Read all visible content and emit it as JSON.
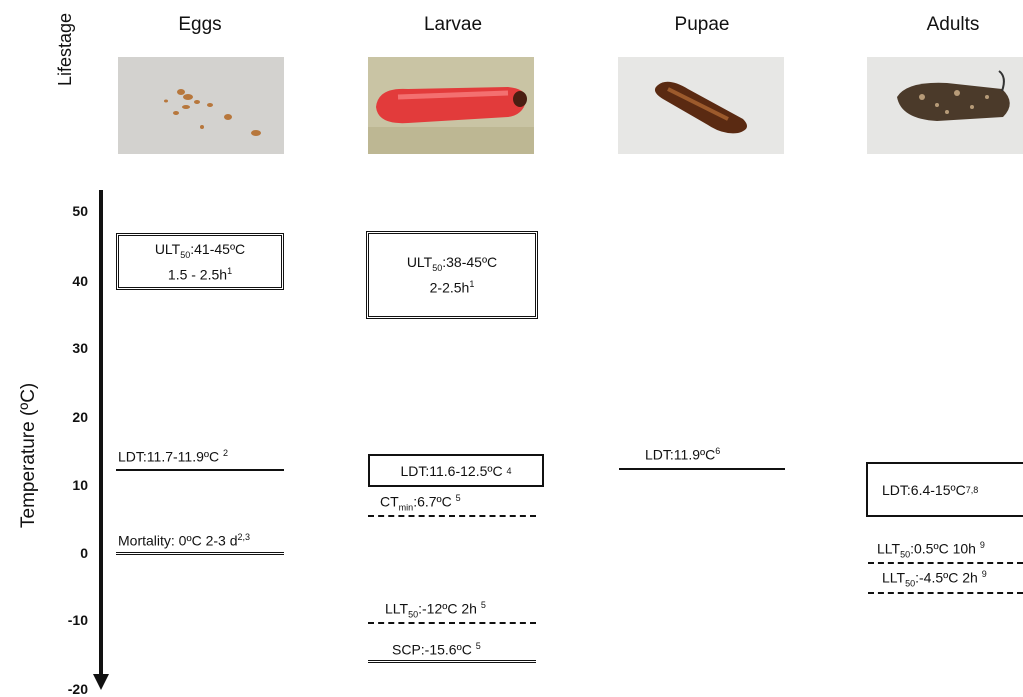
{
  "header": {
    "lifestage_label": "Lifestage",
    "stages": [
      "Eggs",
      "Larvae",
      "Pupae",
      "Adults"
    ]
  },
  "axis": {
    "label": "Temperature (ºC)",
    "ticks": [
      "50",
      "40",
      "30",
      "20",
      "10",
      "0",
      "-10",
      "-20"
    ]
  },
  "eggs": {
    "ult_prefix": "ULT",
    "ult_sub": "50",
    "ult_value": ":41-45ºC",
    "ult_line2": "1.5 - 2.5h",
    "ult_ref": "1",
    "ldt": "LDT:11.7-11.9ºC",
    "ldt_ref": "2",
    "mortality": "Mortality: 0ºC 2-3 d",
    "mortality_ref": "2,3"
  },
  "larvae": {
    "ult_prefix": "ULT",
    "ult_sub": "50",
    "ult_value": ":38-45ºC",
    "ult_line2": "2-2.5h",
    "ult_ref": "1",
    "ldt": "LDT:11.6-12.5ºC",
    "ldt_ref": "4",
    "ctmin_prefix": "CT",
    "ctmin_sub": "min",
    "ctmin_value": ":6.7ºC",
    "ctmin_ref": "5",
    "llt_prefix": "LLT",
    "llt_sub": "50",
    "llt_value": ":-12ºC 2h",
    "llt_ref": "5",
    "scp": "SCP:-15.6ºC",
    "scp_ref": "5"
  },
  "pupae": {
    "ldt": "LDT:11.9ºC",
    "ldt_ref": "6"
  },
  "adults": {
    "ldt": "LDT:6.4-15ºC",
    "ldt_ref": "7,8",
    "llt1_prefix": "LLT",
    "llt1_sub": "50",
    "llt1_value": ":0.5ºC 10h",
    "llt1_ref": "9",
    "llt2_prefix": "LLT",
    "llt2_sub": "50",
    "llt2_value": ":-4.5ºC 2h",
    "llt2_ref": "9"
  }
}
